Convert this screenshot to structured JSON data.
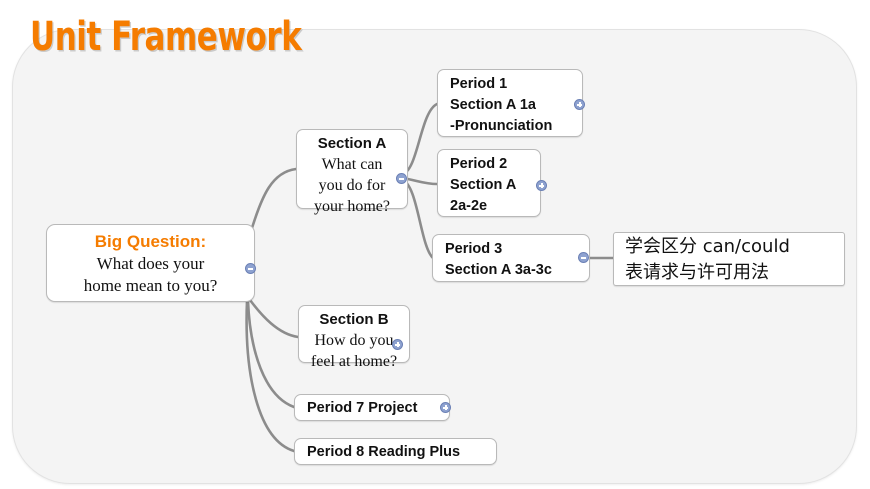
{
  "page": {
    "title": "Unit Framework",
    "accent_color": "#f57c00",
    "panel_color": "#f4f4f4",
    "connector_color": "#8c8c8c",
    "handle_color": "#8ea2d0"
  },
  "mindmap": {
    "root": {
      "head": "Big Question:",
      "line1": "What does your",
      "line2": "home mean to you?",
      "handle": "minus"
    },
    "branches": [
      {
        "head": "Section A",
        "line1": "What can",
        "line2": "you do for",
        "line3": "your home?",
        "handle": "minus"
      },
      {
        "head": "Section B",
        "line1": "How do you",
        "line2": "feel at home?",
        "handle": "plus"
      }
    ],
    "periods": [
      {
        "line1": "Period 1",
        "line2": "Section A 1a",
        "line3": "-Pronunciation",
        "handle": "plus"
      },
      {
        "line1": "Period 2",
        "line2": "Section A",
        "line3": "2a-2e",
        "handle": "plus"
      },
      {
        "line1": "Period 3",
        "line2": "Section A 3a-3c",
        "handle": "minus"
      }
    ],
    "note": {
      "line1": "学会区分 can/could",
      "line2": "表请求与许可用法"
    },
    "leaves": [
      {
        "label": "Period 7 Project",
        "handle": "plus"
      },
      {
        "label": "Period 8 Reading Plus",
        "handle": "none"
      }
    ]
  }
}
